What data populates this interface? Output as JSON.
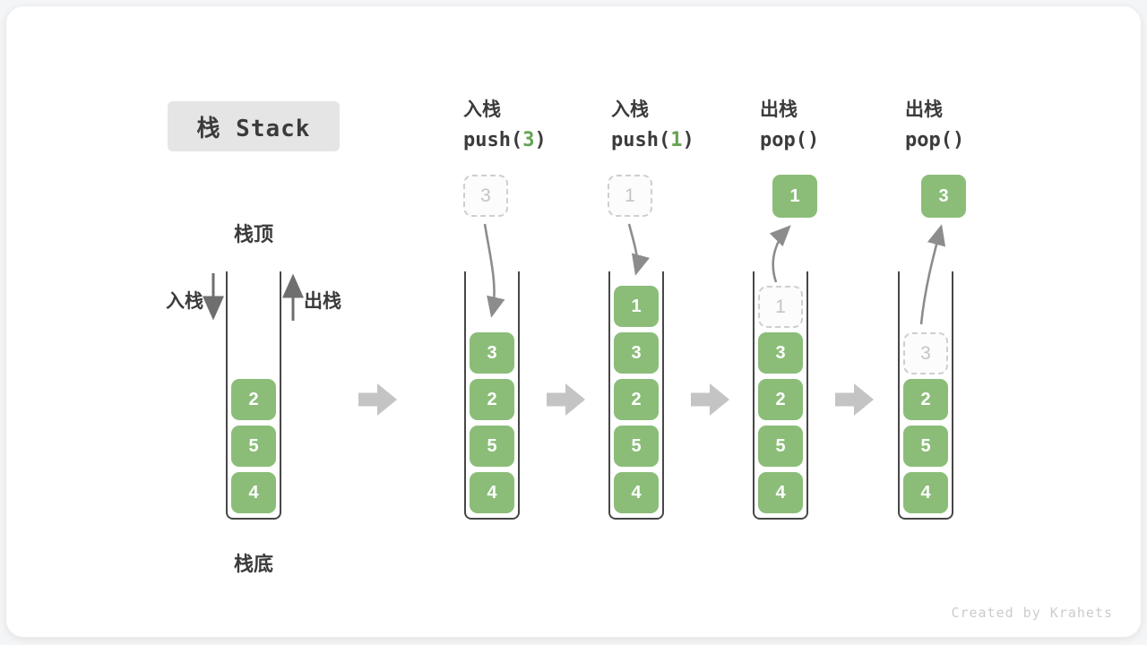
{
  "diagram": {
    "title": "栈 Stack",
    "watermark": "Created by Krahets",
    "labels": {
      "stack_top": "栈顶",
      "stack_bottom": "栈底",
      "push": "入栈",
      "pop": "出栈"
    },
    "colors": {
      "box_green": "#8bbd78",
      "accent_green": "#64a351",
      "block_arrow_gray": "#c4c4c4",
      "curve_arrow_gray": "#8c8c8c",
      "straight_arrow_gray": "#6f6f6f",
      "text_dark": "#3b3b3b",
      "ghost_gray": "#c4c4c4",
      "title_bg": "#e5e5e5"
    },
    "steps": [
      {
        "name": "initial",
        "stack": [
          "4",
          "5",
          "2"
        ]
      },
      {
        "name": "push-3",
        "label": "入栈",
        "op_pre": "push(",
        "op_arg": "3",
        "op_post": ")",
        "floating": "3",
        "floating_style": "dashed",
        "stack": [
          "4",
          "5",
          "2",
          "3"
        ]
      },
      {
        "name": "push-1",
        "label": "入栈",
        "op_pre": "push(",
        "op_arg": "1",
        "op_post": ")",
        "floating": "1",
        "floating_style": "dashed",
        "stack": [
          "4",
          "5",
          "2",
          "3",
          "1"
        ]
      },
      {
        "name": "pop-1",
        "label": "出栈",
        "op_pre": "pop()",
        "op_arg": "",
        "op_post": "",
        "floating": "1",
        "floating_style": "solid",
        "ghost": "1",
        "stack": [
          "4",
          "5",
          "2",
          "3"
        ]
      },
      {
        "name": "pop-3",
        "label": "出栈",
        "op_pre": "pop()",
        "op_arg": "",
        "op_post": "",
        "floating": "3",
        "floating_style": "solid",
        "ghost": "3",
        "stack": [
          "4",
          "5",
          "2"
        ]
      }
    ]
  }
}
